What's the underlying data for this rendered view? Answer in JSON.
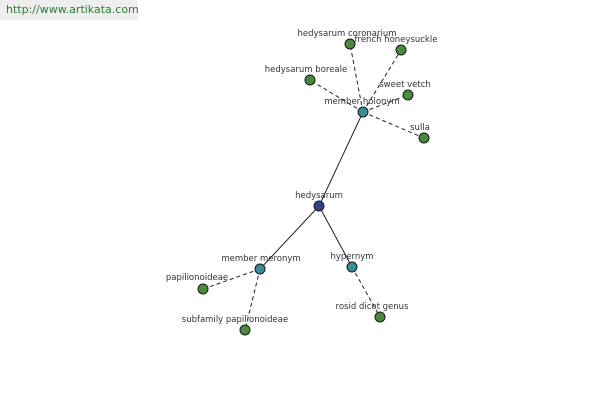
{
  "watermark": "http://www.artikata.com",
  "colors": {
    "root": "#33418a",
    "relation": "#3a8d95",
    "leaf": "#4a8a3c",
    "edge": "#222222"
  },
  "nodes": {
    "hedysarum": {
      "label": "hedysarum",
      "kind": "root"
    },
    "member_holonym": {
      "label": "member holonym",
      "kind": "relation"
    },
    "member_meronym": {
      "label": "member meronym",
      "kind": "relation"
    },
    "hypernym": {
      "label": "hypernym",
      "kind": "relation"
    },
    "hedysarum_coronarium": {
      "label": "hedysarum coronarium",
      "kind": "leaf"
    },
    "french_honeysuckle": {
      "label": "french honeysuckle",
      "kind": "leaf"
    },
    "hedysarum_boreale": {
      "label": "hedysarum boreale",
      "kind": "leaf"
    },
    "sweet_vetch": {
      "label": "sweet vetch",
      "kind": "leaf"
    },
    "sulla": {
      "label": "sulla",
      "kind": "leaf"
    },
    "papilionoideae": {
      "label": "papilionoideae",
      "kind": "leaf"
    },
    "subfamily_papilionoideae": {
      "label": "subfamily papilionoideae",
      "kind": "leaf"
    },
    "rosid_dicot_genus": {
      "label": "rosid dicot genus",
      "kind": "leaf"
    }
  },
  "edges": [
    {
      "from": "hedysarum",
      "to": "member_holonym",
      "style": "solid"
    },
    {
      "from": "hedysarum",
      "to": "member_meronym",
      "style": "solid"
    },
    {
      "from": "hedysarum",
      "to": "hypernym",
      "style": "solid"
    },
    {
      "from": "member_holonym",
      "to": "hedysarum_coronarium",
      "style": "dashed"
    },
    {
      "from": "member_holonym",
      "to": "french_honeysuckle",
      "style": "dashed"
    },
    {
      "from": "member_holonym",
      "to": "hedysarum_boreale",
      "style": "dashed"
    },
    {
      "from": "member_holonym",
      "to": "sweet_vetch",
      "style": "dashed"
    },
    {
      "from": "member_holonym",
      "to": "sulla",
      "style": "dashed"
    },
    {
      "from": "member_meronym",
      "to": "papilionoideae",
      "style": "dashed"
    },
    {
      "from": "member_meronym",
      "to": "subfamily_papilionoideae",
      "style": "dashed"
    },
    {
      "from": "hypernym",
      "to": "rosid_dicot_genus",
      "style": "dashed"
    }
  ]
}
